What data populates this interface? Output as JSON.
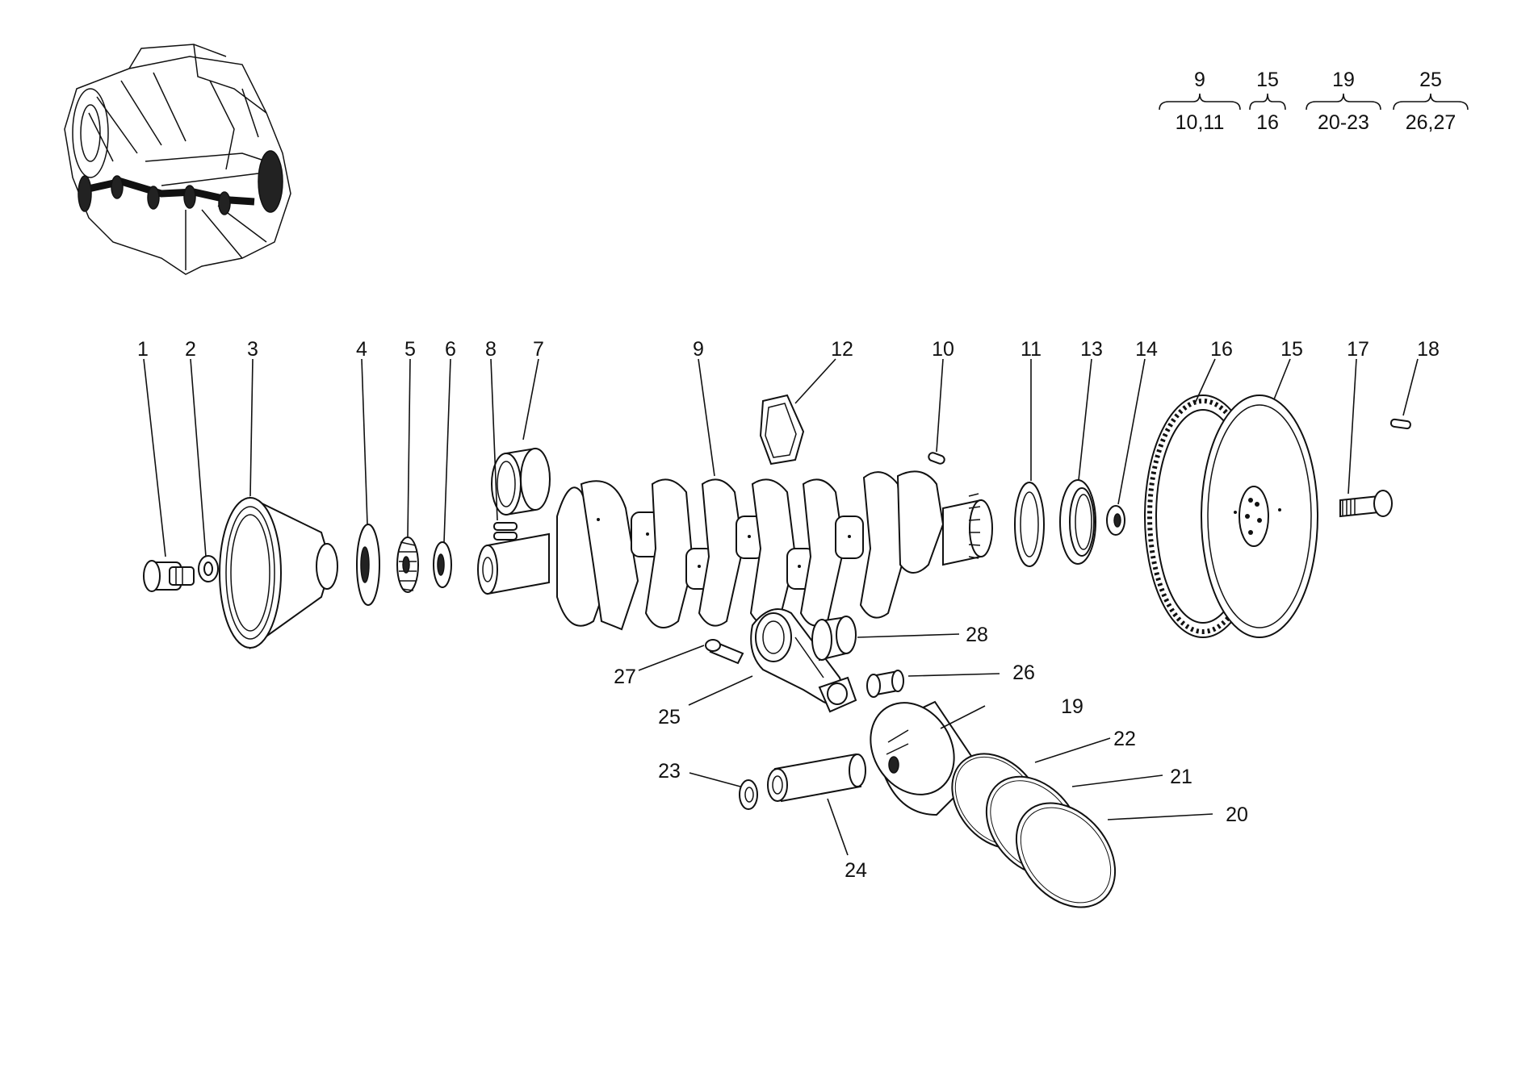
{
  "colors": {
    "ink": "#111111",
    "background": "#ffffff"
  },
  "groups": [
    {
      "parent": "9",
      "children": "10,11"
    },
    {
      "parent": "15",
      "children": "16"
    },
    {
      "parent": "19",
      "children": "20-23"
    },
    {
      "parent": "25",
      "children": "26,27"
    }
  ],
  "callouts": [
    "1",
    "2",
    "3",
    "4",
    "5",
    "6",
    "7",
    "8",
    "9",
    "10",
    "11",
    "12",
    "13",
    "14",
    "15",
    "16",
    "17",
    "18",
    "19",
    "20",
    "21",
    "22",
    "23",
    "24",
    "25",
    "26",
    "27",
    "28"
  ],
  "parts": {
    "engine_thumbnail": "engine-thumbnail-icon",
    "crankshaft": "crankshaft-icon",
    "flywheel": "flywheel-icon",
    "ring_gear": "ring-gear-icon",
    "pulley": "pulley-icon",
    "connecting_rod": "connecting-rod-icon",
    "piston": "piston-icon",
    "piston_pin": "piston-pin-icon"
  }
}
